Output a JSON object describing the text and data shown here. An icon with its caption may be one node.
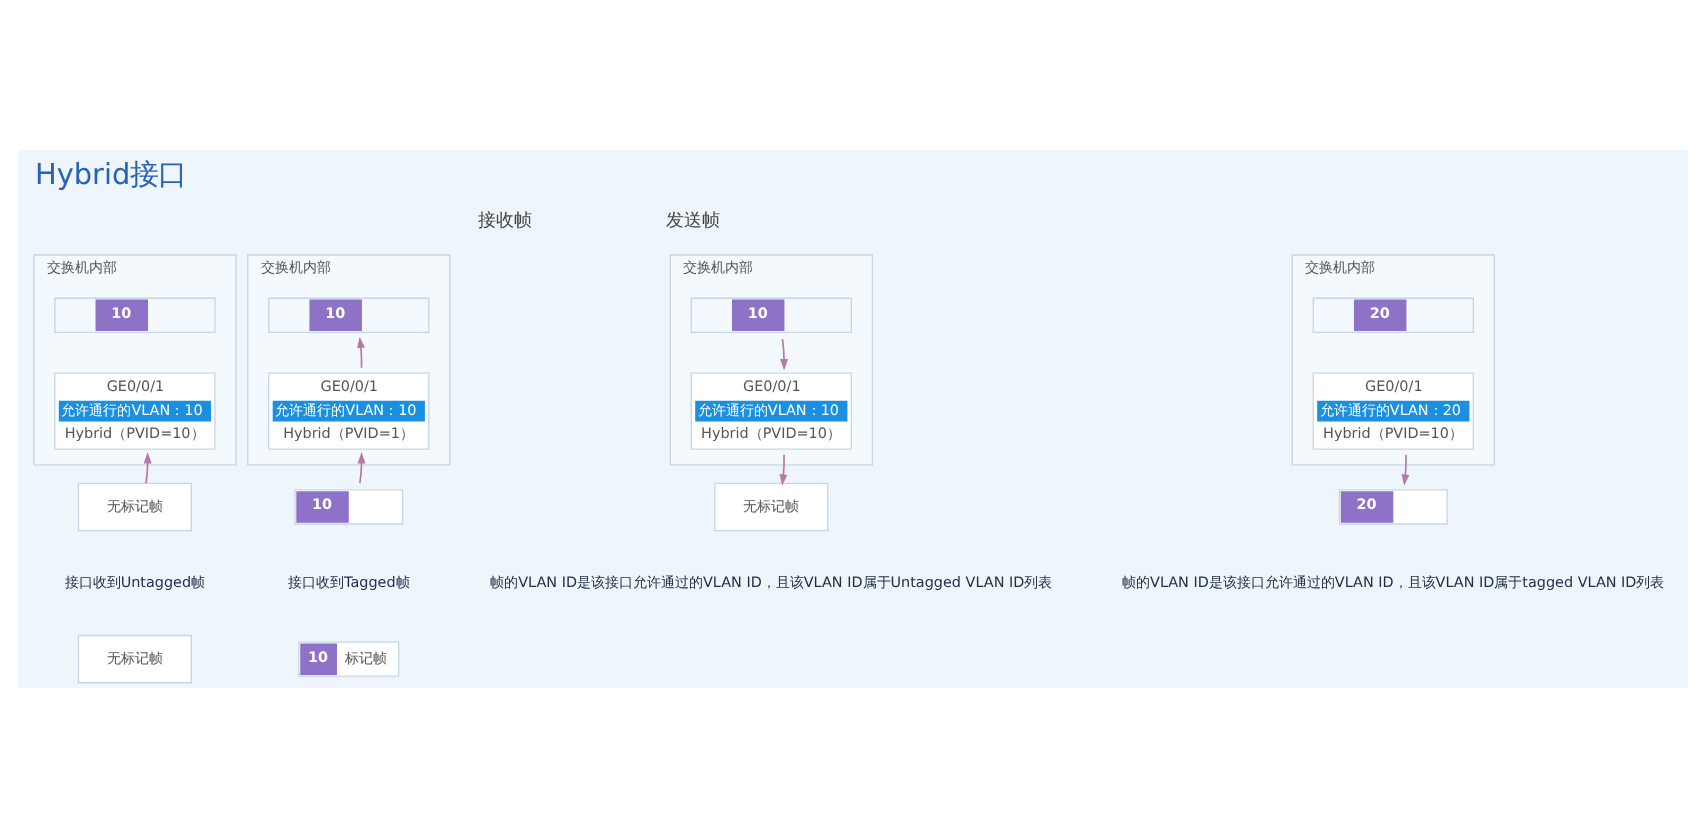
{
  "diagram": {
    "title": "Hybrid接口",
    "nodes": [
      {
        "text": [
          "交换机内部"
        ]
      },
      {
        "text": [
          "10"
        ],
        "in": 0
      },
      {
        "text": [
          "GE0/0/1",
          "允许通行的VLAN：10",
          "Hybrid（PVID=10）"
        ],
        "in": 0
      },
      {
        "text": [
          "无标记帧"
        ]
      },
      {
        "text": [
          "交换机内部"
        ]
      },
      {
        "text": [
          "10"
        ],
        "in": 4
      },
      {
        "text": [
          "GE0/0/1",
          "允许通行的VLAN：10",
          "Hybrid（PVID=1）"
        ],
        "in": 4
      },
      {
        "text": [
          "10"
        ]
      },
      {
        "text": [
          "交换机内部"
        ]
      },
      {
        "text": [
          "10"
        ],
        "in": 8
      },
      {
        "text": [
          "GE0/0/1",
          "允许通行的VLAN：10",
          "Hybrid（PVID=10）"
        ],
        "in": 8
      },
      {
        "text": [
          "无标记帧"
        ]
      },
      {
        "text": [
          "交换机内部"
        ]
      },
      {
        "text": [
          "20"
        ],
        "in": 12
      },
      {
        "text": [
          "GE0/0/1",
          "允许通行的VLAN：20",
          "Hybrid（PVID=10）"
        ],
        "in": 12
      },
      {
        "text": [
          "20"
        ]
      },
      {
        "text": [
          "无标记帧"
        ]
      },
      {
        "text": [
          "10",
          "标记帧"
        ]
      }
    ],
    "edges": [
      {
        "from": 3,
        "to": 2,
        "arrow": "to"
      },
      {
        "from": 7,
        "to": 6,
        "arrow": "to"
      },
      {
        "from": 6,
        "to": 5,
        "arrow": "to"
      },
      {
        "from": 9,
        "to": 10,
        "arrow": "to"
      },
      {
        "from": 10,
        "to": 11,
        "arrow": "to"
      },
      {
        "from": 14,
        "to": 15,
        "arrow": "to"
      }
    ],
    "labels": [
      "接收帧",
      "发送帧",
      "接口收到Untagged帧",
      "接口收到Tagged帧",
      "帧的VLAN ID是该接口允许通过的VLAN ID，且该VLAN ID属于Untagged VLAN ID列表",
      "帧的VLAN ID是该接口允许通过的VLAN ID，且该VLAN ID属于tagged VLAN ID列表"
    ]
  }
}
